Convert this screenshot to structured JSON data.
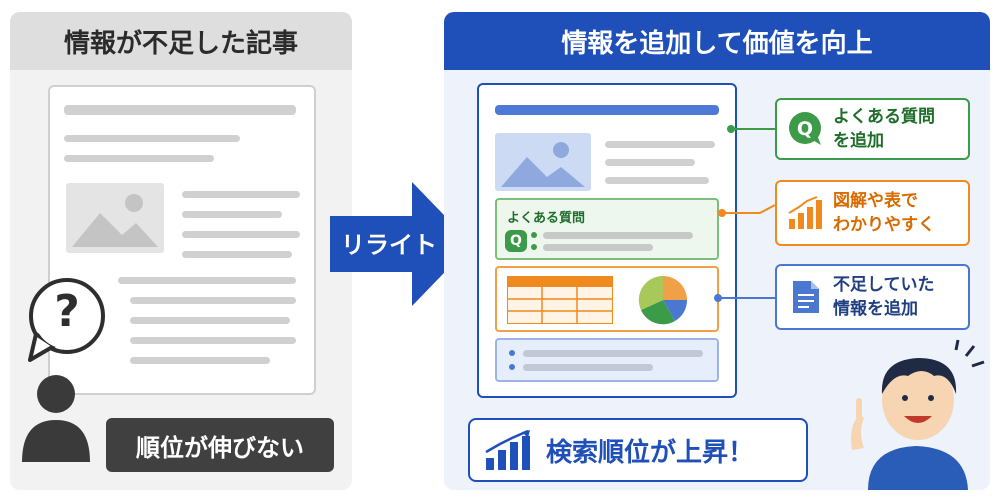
{
  "before": {
    "title": "情報が不足した記事",
    "status_label": "順位が伸びない",
    "question_mark": "?"
  },
  "transition": {
    "label": "リライト"
  },
  "after": {
    "title": "情報を追加して価値を向上",
    "faq_section_title": "よくある質問",
    "faq_badge": "Q",
    "callouts": {
      "faq": {
        "line1": "よくある質問",
        "line2": "を追加",
        "icon": "q-speech-bubble-icon",
        "color": "#3c9b48"
      },
      "visual": {
        "line1": "図解や表で",
        "line2": "わかりやすく",
        "icon": "bar-chart-growth-icon",
        "color": "#f08a1e"
      },
      "info": {
        "line1": "不足していた",
        "line2": "情報を追加",
        "icon": "document-icon",
        "color": "#4a78d0"
      }
    },
    "result_label": "検索順位が上昇！"
  },
  "colors": {
    "brand_blue": "#1f4fb8",
    "green": "#3c9b48",
    "orange": "#f08a1e",
    "gray_dark": "#404040"
  }
}
